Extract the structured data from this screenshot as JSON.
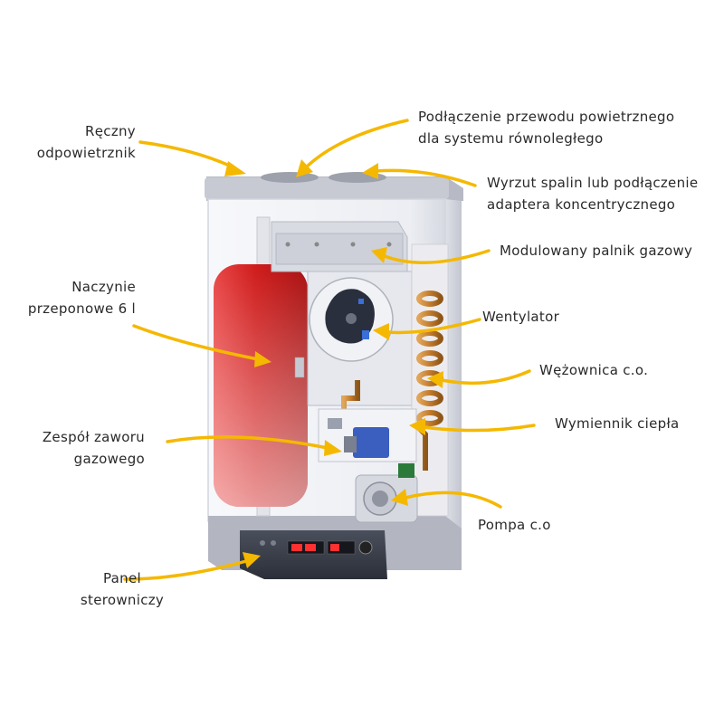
{
  "colors": {
    "arrow": "#f5b800",
    "casing": "#eef0f4",
    "casing_edge": "#c9ccd4",
    "top_cap": "#b9bcc6",
    "vessel_red": "#d81e1e",
    "panel_dark": "#3a3e4a",
    "pipe_copper": "#c98a3a",
    "gas_valve_blue": "#3a5fbf"
  },
  "labels": {
    "air_vent": {
      "line1": "Ręczny",
      "line2": "odpowietrznik"
    },
    "air_duct": {
      "line1": "Podłączenie przewodu powietrznego",
      "line2": "dla systemu równoległego"
    },
    "flue": {
      "line1": "Wyrzut spalin lub podłączenie",
      "line2": "adaptera koncentrycznego"
    },
    "burner": {
      "line1": "Modulowany palnik gazowy"
    },
    "expansion_vessel": {
      "line1": "Naczynie",
      "line2": "przeponowe 6 l"
    },
    "fan": {
      "line1": "Wentylator"
    },
    "coil": {
      "line1": "Wężownica c.o."
    },
    "heat_exchanger": {
      "line1": "Wymiennik ciepła"
    },
    "gas_valve": {
      "line1": "Zespół zaworu",
      "line2": "gazowego"
    },
    "pump": {
      "line1": "Pompa c.o"
    },
    "control_panel": {
      "line1": "Panel",
      "line2": "sterowniczy"
    }
  },
  "icons": {
    "arrow": "curved-arrow-icon",
    "boiler": "gas-boiler-cutaway"
  }
}
